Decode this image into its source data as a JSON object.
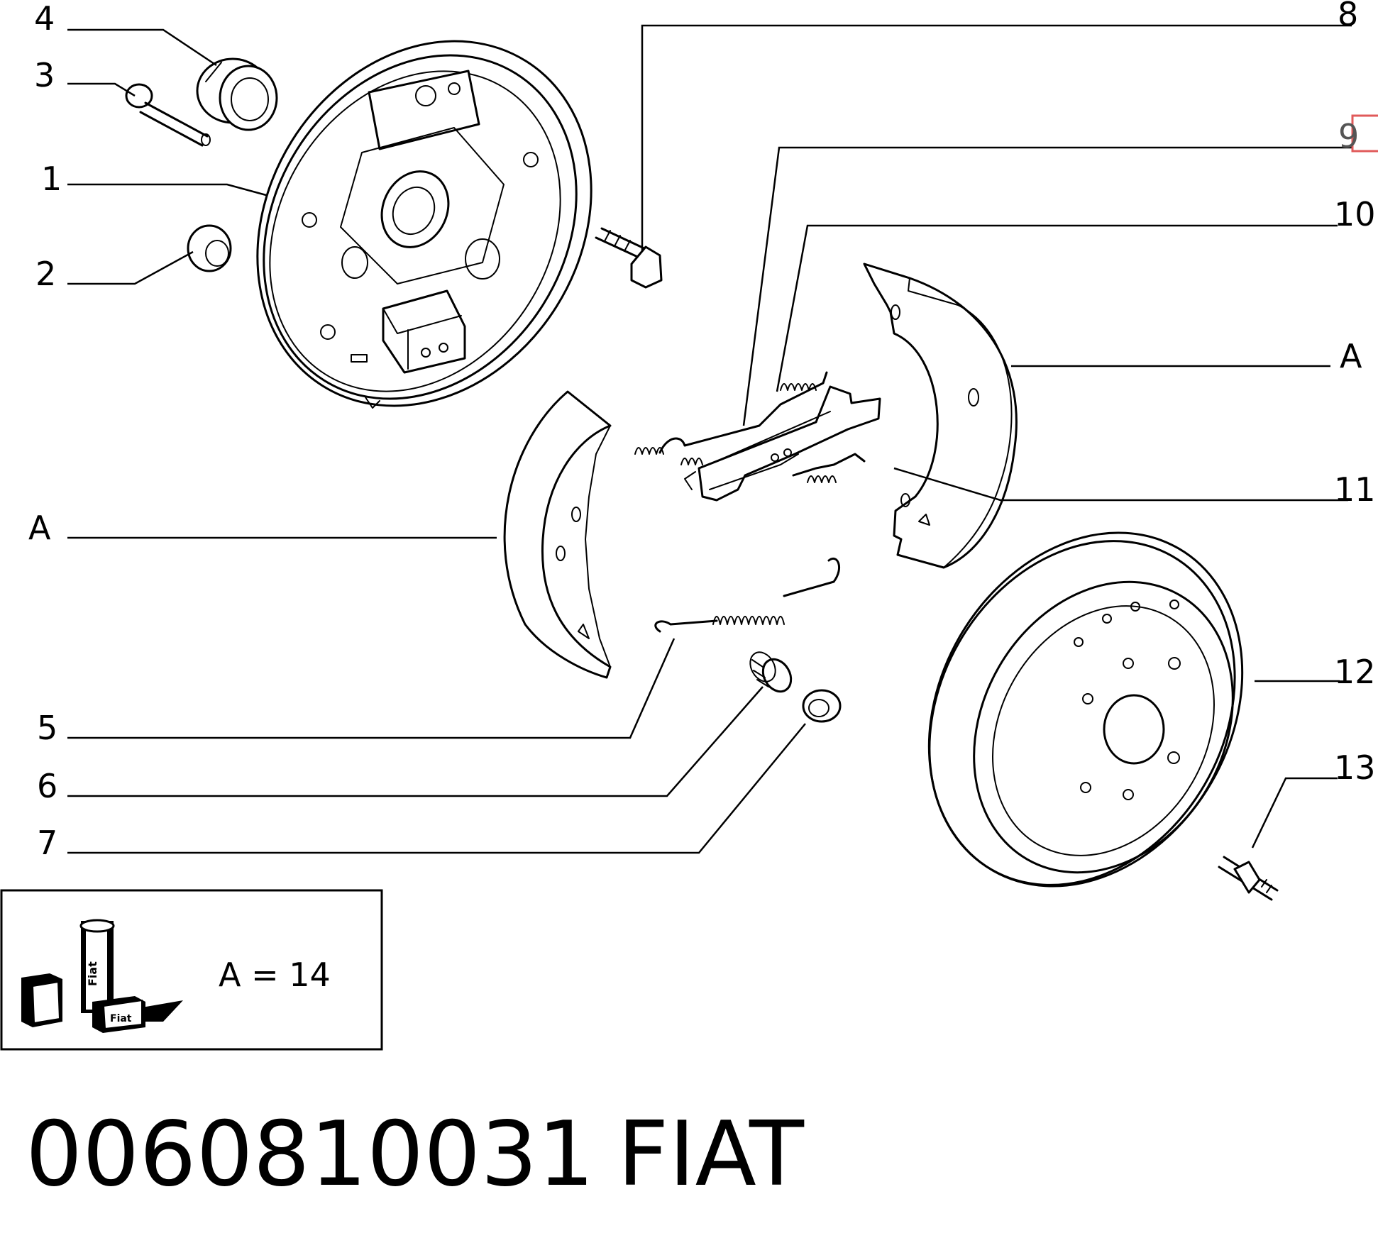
{
  "callouts": {
    "c1": "1",
    "c2": "2",
    "c3": "3",
    "c4": "4",
    "c5": "5",
    "c6": "6",
    "c7": "7",
    "c8": "8",
    "c9": "9",
    "c10": "10",
    "c11": "11",
    "c12": "12",
    "c13": "13",
    "a_right": "A",
    "a_left": "A"
  },
  "legend": {
    "text": "A = 14",
    "box_can_text": "Fiat",
    "box_small_text": "Fiat"
  },
  "highlight_color": "#e05a5a",
  "footer": {
    "part_number": "0060810031",
    "brand": "FIAT"
  }
}
